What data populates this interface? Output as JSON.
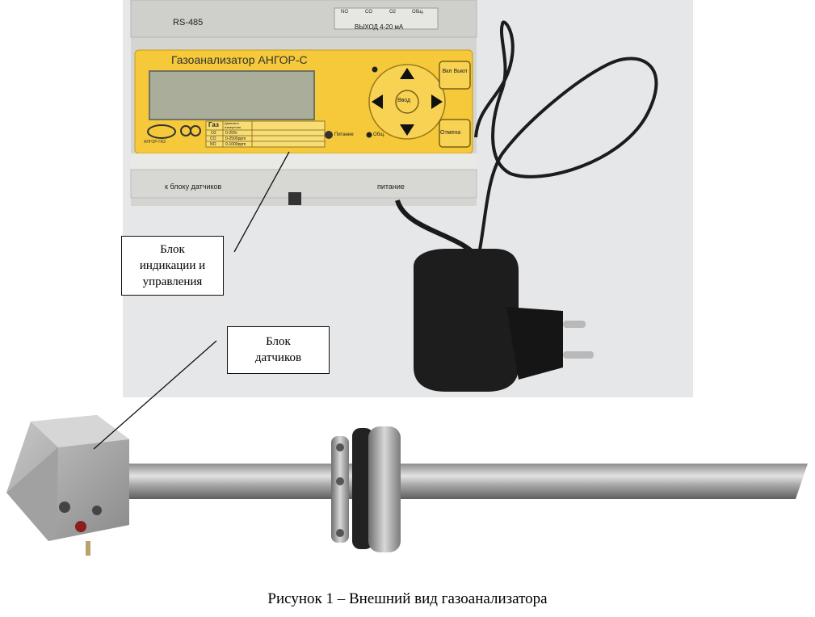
{
  "device": {
    "title": "Газоанализатор АНГОР-С",
    "rs485": "RS-485",
    "output_label": "ВЫХОД 4-20 мА",
    "output_channels": [
      "NO",
      "CO",
      "O2",
      "Общ."
    ],
    "bottom_left_label": "к блоку датчиков",
    "bottom_right_label": "питание",
    "logo_text": "АНГОР-ГАЗ",
    "buttons": {
      "power": "Вкл Выкл",
      "enter": "Ввод",
      "cancel": "Отмена"
    },
    "indicators": {
      "power": "Питание",
      "general": "Общ."
    },
    "gas_table": {
      "header_gas": "Газ",
      "header_range": "Диапазон измерения",
      "rows": [
        {
          "gas": "O2",
          "range": "0-25%"
        },
        {
          "gas": "CO",
          "range": "0-2500ppm"
        },
        {
          "gas": "NO",
          "range": "0-1000ppm"
        }
      ]
    }
  },
  "callouts": {
    "indication_block": "Блок\nиндикации и\nуправления",
    "sensor_block": "Блок\nдатчиков"
  },
  "caption": "Рисунок 1 – Внешний вид газоанализатора",
  "colors": {
    "panel_yellow": "#f6c93a",
    "lcd_gray": "#a9ad99",
    "body_gray": "#dcdcd8",
    "background_gray": "#e6e7e9"
  }
}
